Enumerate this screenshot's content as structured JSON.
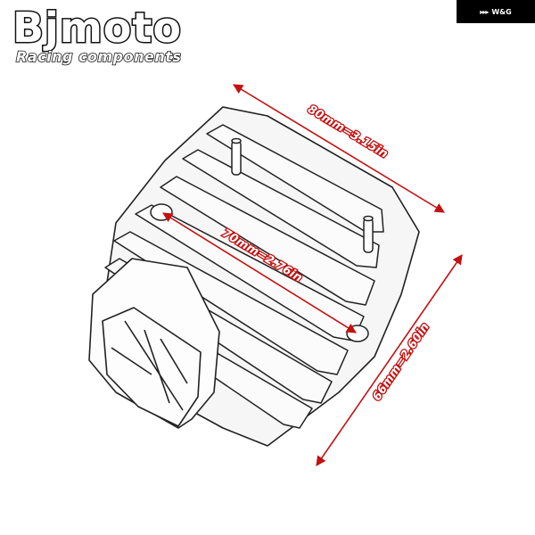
{
  "brand": {
    "title": "Bjmoto",
    "subtitle": "Racing components"
  },
  "badge": {
    "text": "W&G",
    "icon": "wing-logo-icon"
  },
  "dimensions": {
    "width_label": "80mm=3.15in",
    "height_label": "66mm=2.60in",
    "hole_label": "70mm=2.76in"
  },
  "colors": {
    "dimension_line": "#c41010",
    "outline": "#222222",
    "badge_background": "#000000"
  }
}
